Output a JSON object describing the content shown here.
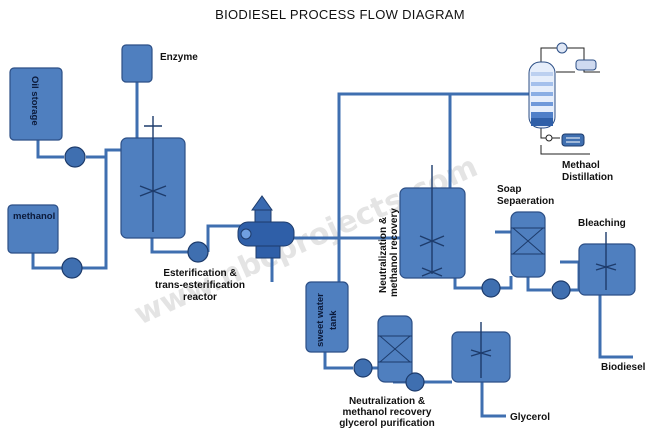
{
  "title": "BIODIESEL PROCESS FLOW DIAGRAM",
  "watermark": "www.nbcprojects.com",
  "labels": {
    "enzyme": "Enzyme",
    "oil_storage": "Oil storage",
    "methanol": "methanol",
    "esterification_1": "Esterification &",
    "esterification_2": "trans-esterification",
    "esterification_3": "reactor",
    "sweet_water_1": "sweet water",
    "sweet_water_2": "tank",
    "neutralization_top_1": "Neutralization &",
    "neutralization_top_2": "methanol recovery",
    "soap_1": "Soap",
    "soap_2": "Sepaeration",
    "bleaching": "Bleaching",
    "biodiesel": "Biodiesel",
    "methaol_1": "Methaol",
    "methaol_2": "Distillation",
    "neutralization_bottom_1": "Neutralization &",
    "neutralization_bottom_2": "methanol recovery",
    "neutralization_bottom_3": "glycerol purification",
    "glycerol": "Glycerol"
  },
  "colors": {
    "vessel": "#4f7fbf",
    "pipe": "#3f6fb0",
    "outline": "#2c4f86"
  }
}
